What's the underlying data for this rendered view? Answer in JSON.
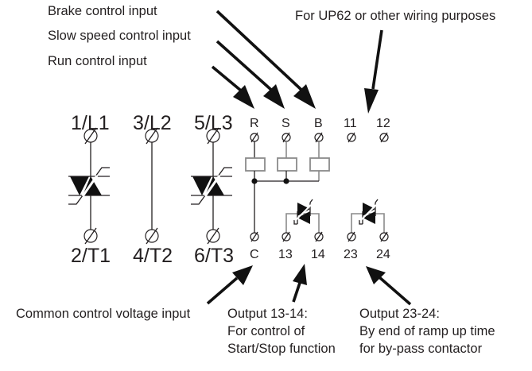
{
  "annotations": {
    "brake": "Brake control input",
    "slow_speed": "Slow speed control input",
    "run": "Run control input",
    "up62": "For UP62 or other wiring purposes",
    "common": "Common control voltage input",
    "output_13_14": [
      "Output 13-14:",
      "For control of",
      "Start/Stop function"
    ],
    "output_23_24": [
      "Output 23-24:",
      "By end of ramp up time",
      "for by-pass contactor"
    ]
  },
  "power_terminals": {
    "line": [
      "1/L1",
      "3/L2",
      "5/L3"
    ],
    "load": [
      "2/T1",
      "4/T2",
      "6/T3"
    ],
    "phase_has_thyristor": [
      true,
      false,
      true
    ]
  },
  "control_terminals": {
    "top": [
      "R",
      "S",
      "B",
      "11",
      "12"
    ],
    "bottom": [
      "C",
      "13",
      "14",
      "23",
      "24"
    ]
  },
  "icons": {
    "terminal": "screw-terminal-icon",
    "thyristor": "antiparallel-thyristor-icon",
    "relay_coil": "relay-coil-icon",
    "output_switch": "thyristor-output-icon",
    "arrow": "pointer-arrow-icon"
  },
  "colors": {
    "ink": "#231f20",
    "grey_wire": "#8a8a8a",
    "background": "#ffffff"
  }
}
